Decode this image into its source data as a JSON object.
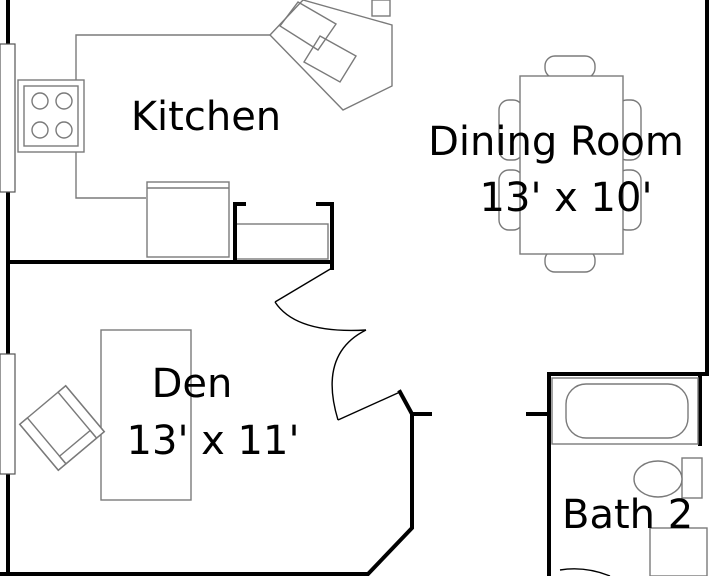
{
  "rooms": {
    "kitchen": {
      "name": "Kitchen"
    },
    "dining": {
      "name": "Dining Room",
      "size": "13' x 10'"
    },
    "den": {
      "name": "Den",
      "size": "13' x 11'"
    },
    "bath": {
      "name": "Bath 2"
    }
  }
}
